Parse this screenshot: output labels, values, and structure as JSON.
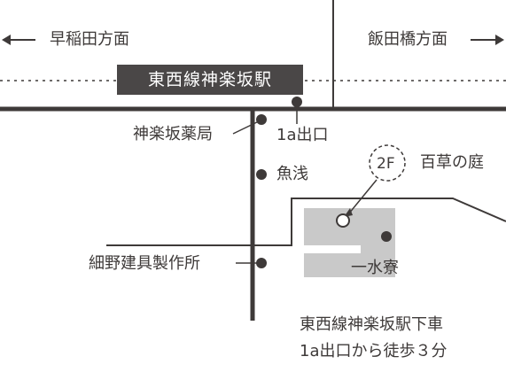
{
  "map": {
    "directions": {
      "left": "早稲田方面",
      "right": "飯田橋方面"
    },
    "station_label": "東西線神楽坂駅",
    "exit_label": "1a出口",
    "landmarks": {
      "pharmacy": "神楽坂薬局",
      "fish": "魚浅",
      "hosiery": "細野建具製作所",
      "garden": "百草の庭",
      "floor": "2F",
      "ichisuiryo": "一水寮"
    },
    "access": {
      "line1": "東西線神楽坂駅下車",
      "line2": "1a出口から徒歩３分"
    },
    "colors": {
      "road": "#3e3a39",
      "building": "#c9c9c9",
      "station_box": "#4a4747",
      "text": "#3e3a39"
    }
  }
}
